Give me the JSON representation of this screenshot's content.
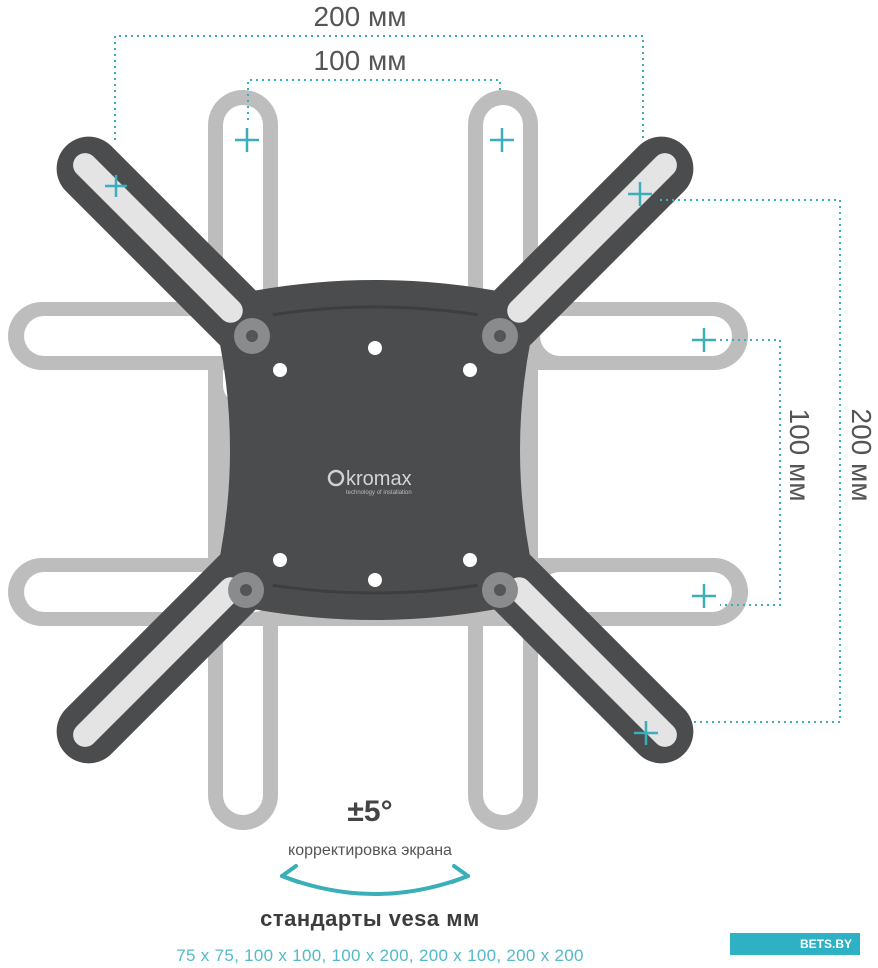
{
  "dimensions": {
    "top_outer": "200 мм",
    "top_inner": "100 мм",
    "right_inner": "100 мм",
    "right_outer": "200 мм"
  },
  "logo": {
    "brand": "kromax",
    "tagline": "technology of installation"
  },
  "tilt": {
    "angle": "±5°",
    "caption": "корректировка экрана"
  },
  "standards": {
    "title": "стандарты vesa мм",
    "list": "75 x 75, 100 x 100, 100 x 200, 200 x 100, 200 x 200"
  },
  "watermark": "BETS.BY",
  "colors": {
    "accent": "#3aaeb9",
    "plate": "#4a4b4d",
    "arm_light": "#b9b9b9"
  }
}
